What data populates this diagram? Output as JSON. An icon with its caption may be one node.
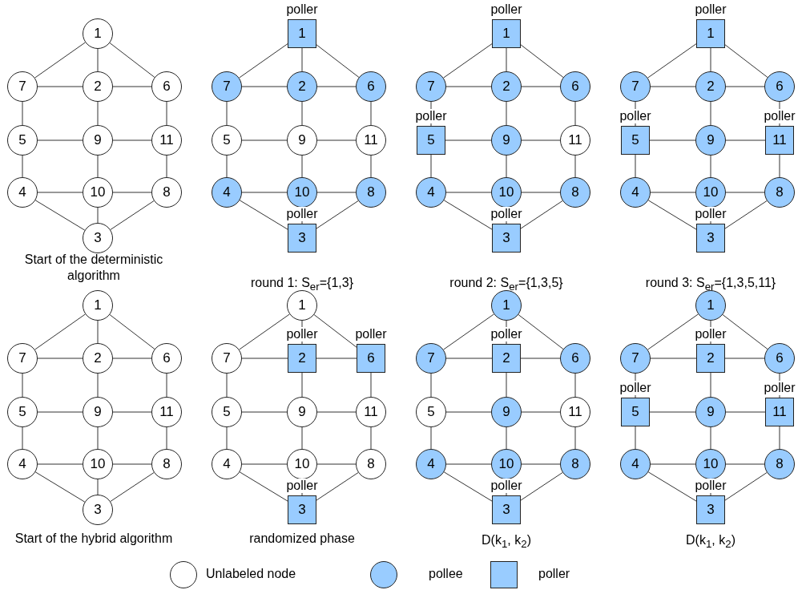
{
  "diagram": {
    "nodes": [
      {
        "text": [
          "1"
        ]
      },
      {
        "text": [
          "7"
        ]
      },
      {
        "text": [
          "2"
        ]
      },
      {
        "text": [
          "6"
        ]
      },
      {
        "text": [
          "5"
        ]
      },
      {
        "text": [
          "9"
        ]
      },
      {
        "text": [
          "11"
        ]
      },
      {
        "text": [
          "4"
        ]
      },
      {
        "text": [
          "10"
        ]
      },
      {
        "text": [
          "8"
        ]
      },
      {
        "text": [
          "3"
        ]
      },
      {
        "text": [
          "1"
        ],
        "beside": [
          "poller"
        ]
      },
      {
        "text": [
          "7"
        ]
      },
      {
        "text": [
          "2"
        ]
      },
      {
        "text": [
          "6"
        ]
      },
      {
        "text": [
          "5"
        ]
      },
      {
        "text": [
          "9"
        ]
      },
      {
        "text": [
          "11"
        ]
      },
      {
        "text": [
          "4"
        ]
      },
      {
        "text": [
          "10"
        ]
      },
      {
        "text": [
          "8"
        ]
      },
      {
        "text": [
          "3"
        ],
        "beside": [
          "poller"
        ]
      },
      {
        "text": [
          "1"
        ],
        "beside": [
          "poller"
        ]
      },
      {
        "text": [
          "7"
        ]
      },
      {
        "text": [
          "2"
        ]
      },
      {
        "text": [
          "6"
        ]
      },
      {
        "text": [
          "5"
        ],
        "beside": [
          "poller"
        ]
      },
      {
        "text": [
          "9"
        ]
      },
      {
        "text": [
          "11"
        ]
      },
      {
        "text": [
          "4"
        ]
      },
      {
        "text": [
          "10"
        ]
      },
      {
        "text": [
          "8"
        ]
      },
      {
        "text": [
          "3"
        ],
        "beside": [
          "poller"
        ]
      },
      {
        "text": [
          "1"
        ],
        "beside": [
          "poller"
        ]
      },
      {
        "text": [
          "7"
        ]
      },
      {
        "text": [
          "2"
        ]
      },
      {
        "text": [
          "6"
        ]
      },
      {
        "text": [
          "5"
        ],
        "beside": [
          "poller"
        ]
      },
      {
        "text": [
          "9"
        ]
      },
      {
        "text": [
          "11"
        ],
        "beside": [
          "poller"
        ]
      },
      {
        "text": [
          "4"
        ]
      },
      {
        "text": [
          "10"
        ]
      },
      {
        "text": [
          "8"
        ]
      },
      {
        "text": [
          "3"
        ],
        "beside": [
          "poller"
        ]
      },
      {
        "text": [
          "1"
        ]
      },
      {
        "text": [
          "7"
        ]
      },
      {
        "text": [
          "2"
        ]
      },
      {
        "text": [
          "6"
        ]
      },
      {
        "text": [
          "5"
        ]
      },
      {
        "text": [
          "9"
        ]
      },
      {
        "text": [
          "11"
        ]
      },
      {
        "text": [
          "4"
        ]
      },
      {
        "text": [
          "10"
        ]
      },
      {
        "text": [
          "8"
        ]
      },
      {
        "text": [
          "3"
        ]
      },
      {
        "text": [
          "1"
        ]
      },
      {
        "text": [
          "7"
        ]
      },
      {
        "text": [
          "2"
        ],
        "beside": [
          "poller"
        ]
      },
      {
        "text": [
          "6"
        ],
        "beside": [
          "poller"
        ]
      },
      {
        "text": [
          "5"
        ]
      },
      {
        "text": [
          "9"
        ]
      },
      {
        "text": [
          "11"
        ]
      },
      {
        "text": [
          "4"
        ]
      },
      {
        "text": [
          "10"
        ]
      },
      {
        "text": [
          "8"
        ]
      },
      {
        "text": [
          "3"
        ],
        "beside": [
          "poller"
        ]
      },
      {
        "text": [
          "1"
        ]
      },
      {
        "text": [
          "7"
        ]
      },
      {
        "text": [
          "2"
        ],
        "beside": [
          "poller"
        ]
      },
      {
        "text": [
          "6"
        ]
      },
      {
        "text": [
          "5"
        ]
      },
      {
        "text": [
          "9"
        ]
      },
      {
        "text": [
          "11"
        ]
      },
      {
        "text": [
          "4"
        ]
      },
      {
        "text": [
          "10"
        ]
      },
      {
        "text": [
          "8"
        ]
      },
      {
        "text": [
          "3"
        ],
        "beside": [
          "poller"
        ]
      },
      {
        "text": [
          "1"
        ]
      },
      {
        "text": [
          "7"
        ]
      },
      {
        "text": [
          "2"
        ],
        "beside": [
          "poller"
        ]
      },
      {
        "text": [
          "6"
        ]
      },
      {
        "text": [
          "5"
        ],
        "beside": [
          "poller"
        ]
      },
      {
        "text": [
          "9"
        ]
      },
      {
        "text": [
          "11"
        ],
        "beside": [
          "poller"
        ]
      },
      {
        "text": [
          "4"
        ]
      },
      {
        "text": [
          "10"
        ]
      },
      {
        "text": [
          "8"
        ]
      },
      {
        "text": [
          "3"
        ],
        "beside": [
          "poller"
        ]
      }
    ],
    "edges": [
      {
        "from": 0,
        "to": 1,
        "arrow": "none"
      },
      {
        "from": 0,
        "to": 2,
        "arrow": "none"
      },
      {
        "from": 0,
        "to": 3,
        "arrow": "none"
      },
      {
        "from": 1,
        "to": 2,
        "arrow": "none"
      },
      {
        "from": 2,
        "to": 3,
        "arrow": "none"
      },
      {
        "from": 1,
        "to": 4,
        "arrow": "none"
      },
      {
        "from": 2,
        "to": 5,
        "arrow": "none"
      },
      {
        "from": 3,
        "to": 6,
        "arrow": "none"
      },
      {
        "from": 4,
        "to": 5,
        "arrow": "none"
      },
      {
        "from": 5,
        "to": 6,
        "arrow": "none"
      },
      {
        "from": 4,
        "to": 7,
        "arrow": "none"
      },
      {
        "from": 5,
        "to": 8,
        "arrow": "none"
      },
      {
        "from": 6,
        "to": 9,
        "arrow": "none"
      },
      {
        "from": 7,
        "to": 8,
        "arrow": "none"
      },
      {
        "from": 8,
        "to": 9,
        "arrow": "none"
      },
      {
        "from": 7,
        "to": 10,
        "arrow": "none"
      },
      {
        "from": 8,
        "to": 10,
        "arrow": "none"
      },
      {
        "from": 9,
        "to": 10,
        "arrow": "none"
      },
      {
        "from": 11,
        "to": 12,
        "arrow": "none"
      },
      {
        "from": 11,
        "to": 13,
        "arrow": "none"
      },
      {
        "from": 11,
        "to": 14,
        "arrow": "none"
      },
      {
        "from": 12,
        "to": 13,
        "arrow": "none"
      },
      {
        "from": 13,
        "to": 14,
        "arrow": "none"
      },
      {
        "from": 12,
        "to": 15,
        "arrow": "none"
      },
      {
        "from": 13,
        "to": 16,
        "arrow": "none"
      },
      {
        "from": 14,
        "to": 17,
        "arrow": "none"
      },
      {
        "from": 15,
        "to": 16,
        "arrow": "none"
      },
      {
        "from": 16,
        "to": 17,
        "arrow": "none"
      },
      {
        "from": 15,
        "to": 18,
        "arrow": "none"
      },
      {
        "from": 16,
        "to": 19,
        "arrow": "none"
      },
      {
        "from": 17,
        "to": 20,
        "arrow": "none"
      },
      {
        "from": 18,
        "to": 19,
        "arrow": "none"
      },
      {
        "from": 19,
        "to": 20,
        "arrow": "none"
      },
      {
        "from": 18,
        "to": 21,
        "arrow": "none"
      },
      {
        "from": 19,
        "to": 21,
        "arrow": "none"
      },
      {
        "from": 20,
        "to": 21,
        "arrow": "none"
      },
      {
        "from": 22,
        "to": 23,
        "arrow": "none"
      },
      {
        "from": 22,
        "to": 24,
        "arrow": "none"
      },
      {
        "from": 22,
        "to": 25,
        "arrow": "none"
      },
      {
        "from": 23,
        "to": 24,
        "arrow": "none"
      },
      {
        "from": 24,
        "to": 25,
        "arrow": "none"
      },
      {
        "from": 23,
        "to": 26,
        "arrow": "none"
      },
      {
        "from": 24,
        "to": 27,
        "arrow": "none"
      },
      {
        "from": 25,
        "to": 28,
        "arrow": "none"
      },
      {
        "from": 26,
        "to": 27,
        "arrow": "none"
      },
      {
        "from": 27,
        "to": 28,
        "arrow": "none"
      },
      {
        "from": 26,
        "to": 29,
        "arrow": "none"
      },
      {
        "from": 27,
        "to": 30,
        "arrow": "none"
      },
      {
        "from": 28,
        "to": 31,
        "arrow": "none"
      },
      {
        "from": 29,
        "to": 30,
        "arrow": "none"
      },
      {
        "from": 30,
        "to": 31,
        "arrow": "none"
      },
      {
        "from": 29,
        "to": 32,
        "arrow": "none"
      },
      {
        "from": 30,
        "to": 32,
        "arrow": "none"
      },
      {
        "from": 31,
        "to": 32,
        "arrow": "none"
      },
      {
        "from": 33,
        "to": 34,
        "arrow": "none"
      },
      {
        "from": 33,
        "to": 35,
        "arrow": "none"
      },
      {
        "from": 33,
        "to": 36,
        "arrow": "none"
      },
      {
        "from": 34,
        "to": 35,
        "arrow": "none"
      },
      {
        "from": 35,
        "to": 36,
        "arrow": "none"
      },
      {
        "from": 34,
        "to": 37,
        "arrow": "none"
      },
      {
        "from": 35,
        "to": 38,
        "arrow": "none"
      },
      {
        "from": 36,
        "to": 39,
        "arrow": "none"
      },
      {
        "from": 37,
        "to": 38,
        "arrow": "none"
      },
      {
        "from": 38,
        "to": 39,
        "arrow": "none"
      },
      {
        "from": 37,
        "to": 40,
        "arrow": "none"
      },
      {
        "from": 38,
        "to": 41,
        "arrow": "none"
      },
      {
        "from": 39,
        "to": 42,
        "arrow": "none"
      },
      {
        "from": 40,
        "to": 41,
        "arrow": "none"
      },
      {
        "from": 41,
        "to": 42,
        "arrow": "none"
      },
      {
        "from": 40,
        "to": 43,
        "arrow": "none"
      },
      {
        "from": 41,
        "to": 43,
        "arrow": "none"
      },
      {
        "from": 42,
        "to": 43,
        "arrow": "none"
      },
      {
        "from": 44,
        "to": 45,
        "arrow": "none"
      },
      {
        "from": 44,
        "to": 46,
        "arrow": "none"
      },
      {
        "from": 44,
        "to": 47,
        "arrow": "none"
      },
      {
        "from": 45,
        "to": 46,
        "arrow": "none"
      },
      {
        "from": 46,
        "to": 47,
        "arrow": "none"
      },
      {
        "from": 45,
        "to": 48,
        "arrow": "none"
      },
      {
        "from": 46,
        "to": 49,
        "arrow": "none"
      },
      {
        "from": 47,
        "to": 50,
        "arrow": "none"
      },
      {
        "from": 48,
        "to": 49,
        "arrow": "none"
      },
      {
        "from": 49,
        "to": 50,
        "arrow": "none"
      },
      {
        "from": 48,
        "to": 51,
        "arrow": "none"
      },
      {
        "from": 49,
        "to": 52,
        "arrow": "none"
      },
      {
        "from": 50,
        "to": 53,
        "arrow": "none"
      },
      {
        "from": 51,
        "to": 52,
        "arrow": "none"
      },
      {
        "from": 52,
        "to": 53,
        "arrow": "none"
      },
      {
        "from": 51,
        "to": 54,
        "arrow": "none"
      },
      {
        "from": 52,
        "to": 54,
        "arrow": "none"
      },
      {
        "from": 53,
        "to": 54,
        "arrow": "none"
      },
      {
        "from": 55,
        "to": 56,
        "arrow": "none"
      },
      {
        "from": 55,
        "to": 57,
        "arrow": "none"
      },
      {
        "from": 55,
        "to": 58,
        "arrow": "none"
      },
      {
        "from": 56,
        "to": 57,
        "arrow": "none"
      },
      {
        "from": 57,
        "to": 58,
        "arrow": "none"
      },
      {
        "from": 56,
        "to": 59,
        "arrow": "none"
      },
      {
        "from": 57,
        "to": 60,
        "arrow": "none"
      },
      {
        "from": 58,
        "to": 61,
        "arrow": "none"
      },
      {
        "from": 59,
        "to": 60,
        "arrow": "none"
      },
      {
        "from": 60,
        "to": 61,
        "arrow": "none"
      },
      {
        "from": 59,
        "to": 62,
        "arrow": "none"
      },
      {
        "from": 60,
        "to": 63,
        "arrow": "none"
      },
      {
        "from": 61,
        "to": 64,
        "arrow": "none"
      },
      {
        "from": 62,
        "to": 63,
        "arrow": "none"
      },
      {
        "from": 63,
        "to": 64,
        "arrow": "none"
      },
      {
        "from": 62,
        "to": 65,
        "arrow": "none"
      },
      {
        "from": 63,
        "to": 65,
        "arrow": "none"
      },
      {
        "from": 64,
        "to": 65,
        "arrow": "none"
      },
      {
        "from": 66,
        "to": 67,
        "arrow": "none"
      },
      {
        "from": 66,
        "to": 68,
        "arrow": "none"
      },
      {
        "from": 66,
        "to": 69,
        "arrow": "none"
      },
      {
        "from": 67,
        "to": 68,
        "arrow": "none"
      },
      {
        "from": 68,
        "to": 69,
        "arrow": "none"
      },
      {
        "from": 67,
        "to": 70,
        "arrow": "none"
      },
      {
        "from": 68,
        "to": 71,
        "arrow": "none"
      },
      {
        "from": 69,
        "to": 72,
        "arrow": "none"
      },
      {
        "from": 70,
        "to": 71,
        "arrow": "none"
      },
      {
        "from": 71,
        "to": 72,
        "arrow": "none"
      },
      {
        "from": 70,
        "to": 73,
        "arrow": "none"
      },
      {
        "from": 71,
        "to": 74,
        "arrow": "none"
      },
      {
        "from": 72,
        "to": 75,
        "arrow": "none"
      },
      {
        "from": 73,
        "to": 74,
        "arrow": "none"
      },
      {
        "from": 74,
        "to": 75,
        "arrow": "none"
      },
      {
        "from": 73,
        "to": 76,
        "arrow": "none"
      },
      {
        "from": 74,
        "to": 76,
        "arrow": "none"
      },
      {
        "from": 75,
        "to": 76,
        "arrow": "none"
      },
      {
        "from": 77,
        "to": 78,
        "arrow": "none"
      },
      {
        "from": 77,
        "to": 79,
        "arrow": "none"
      },
      {
        "from": 77,
        "to": 80,
        "arrow": "none"
      },
      {
        "from": 78,
        "to": 79,
        "arrow": "none"
      },
      {
        "from": 79,
        "to": 80,
        "arrow": "none"
      },
      {
        "from": 78,
        "to": 81,
        "arrow": "none"
      },
      {
        "from": 79,
        "to": 82,
        "arrow": "none"
      },
      {
        "from": 80,
        "to": 83,
        "arrow": "none"
      },
      {
        "from": 81,
        "to": 82,
        "arrow": "none"
      },
      {
        "from": 82,
        "to": 83,
        "arrow": "none"
      },
      {
        "from": 81,
        "to": 84,
        "arrow": "none"
      },
      {
        "from": 82,
        "to": 85,
        "arrow": "none"
      },
      {
        "from": 83,
        "to": 86,
        "arrow": "none"
      },
      {
        "from": 84,
        "to": 85,
        "arrow": "none"
      },
      {
        "from": 85,
        "to": 86,
        "arrow": "none"
      },
      {
        "from": 84,
        "to": 87,
        "arrow": "none"
      },
      {
        "from": 85,
        "to": 87,
        "arrow": "none"
      },
      {
        "from": 86,
        "to": 87,
        "arrow": "none"
      }
    ],
    "labels": [
      "Start of the deterministic algorithm",
      "round 1: S$_{er}$={1,3}",
      "round 2: S$_{er}$={1,3,5}",
      "round 3: S$_{er}$={1,3,5,11}",
      "Start of the hybrid algorithm",
      "randomized phase",
      "D(k$_{1}$, k$_{2}$)",
      "D(k$_{1}$, k$_{2}$)"
    ],
    "legend": [
      {
        "text": "Unlabeled node"
      },
      {
        "text": "pollee"
      },
      {
        "text": "poller"
      }
    ]
  }
}
